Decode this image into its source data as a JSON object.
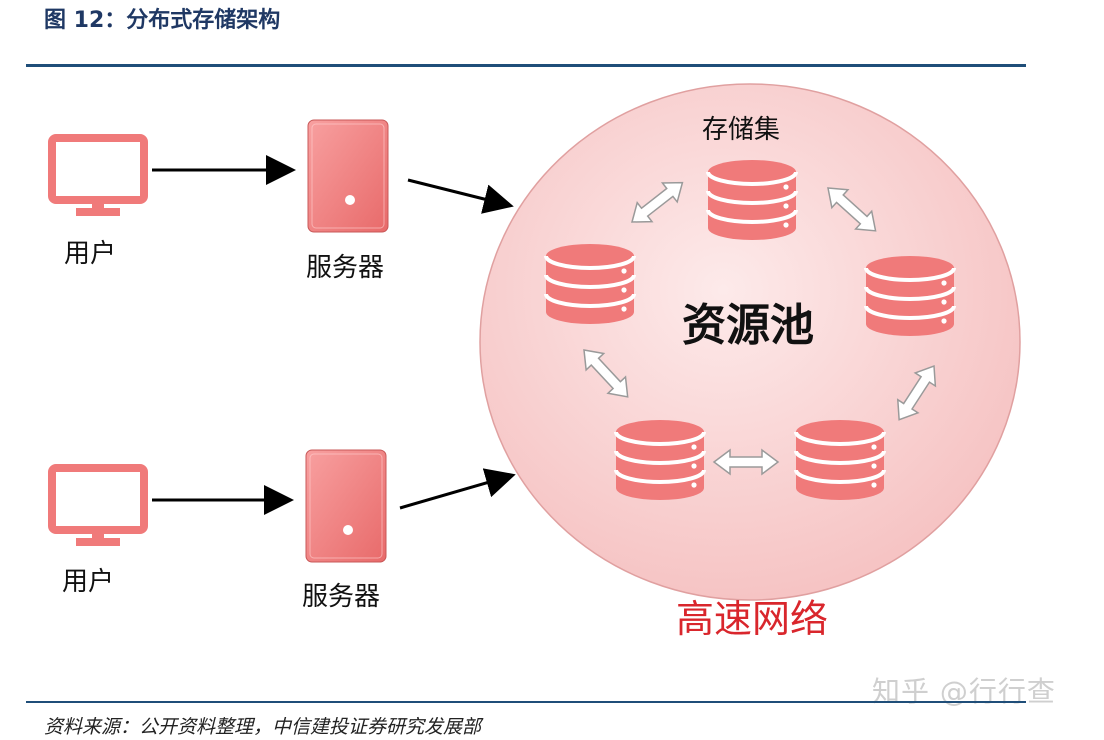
{
  "header": {
    "title": "图 12：分布式存储架构"
  },
  "diagram": {
    "users": [
      {
        "label": "用户"
      },
      {
        "label": "用户"
      }
    ],
    "servers": [
      {
        "label": "服务器"
      },
      {
        "label": "服务器"
      }
    ],
    "pool": {
      "cluster_label": "存储集",
      "pool_label": "资源池",
      "network_label": "高速网络"
    },
    "colors": {
      "accent_red": "#f07a7a",
      "pool_fill": "#fbe1e1",
      "network_text": "#d9262c"
    }
  },
  "footer": {
    "source": "资料来源：公开资料整理，中信建投证券研究发展部",
    "watermark": "知乎 @行行查"
  }
}
